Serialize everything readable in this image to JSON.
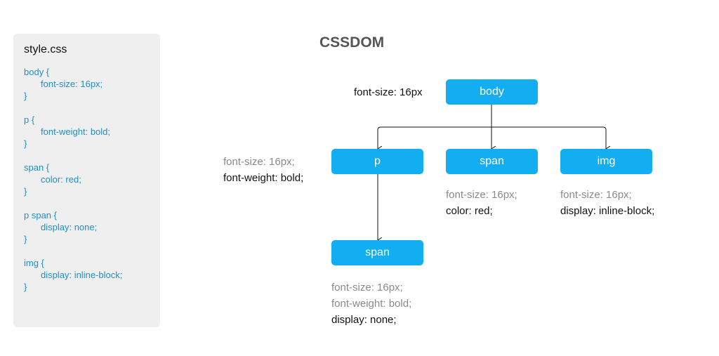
{
  "stylesheet": {
    "filename": "style.css",
    "rules": [
      {
        "open": "body {",
        "decl": "font-size: 16px;",
        "close": "}"
      },
      {
        "open": "p {",
        "decl": "font-weight: bold;",
        "close": "}"
      },
      {
        "open": "span {",
        "decl": "color: red;",
        "close": "}"
      },
      {
        "open": "p span {",
        "decl": "display: none;",
        "close": "}"
      },
      {
        "open": "img {",
        "decl": "display: inline-block;",
        "close": "}"
      }
    ]
  },
  "diagram": {
    "title": "CSSDOM",
    "nodes": {
      "body": {
        "label": "body"
      },
      "p": {
        "label": "p"
      },
      "span": {
        "label": "span"
      },
      "img": {
        "label": "img"
      },
      "p_span": {
        "label": "span"
      }
    },
    "annotations": {
      "body": {
        "own": "font-size: 16px"
      },
      "p": {
        "inherited": "font-size: 16px;",
        "own": "font-weight: bold;"
      },
      "span": {
        "inherited": "font-size: 16px;",
        "own": "color: red;"
      },
      "img": {
        "inherited": "font-size: 16px;",
        "own": "display: inline-block;"
      },
      "p_span": {
        "inherited_1": "font-size: 16px;",
        "inherited_2": "font-weight: bold;",
        "own": "display: none;"
      }
    }
  },
  "colors": {
    "node_fill": "#13aef2",
    "code_text": "#1f8fc4",
    "panel_bg": "#efefef"
  }
}
